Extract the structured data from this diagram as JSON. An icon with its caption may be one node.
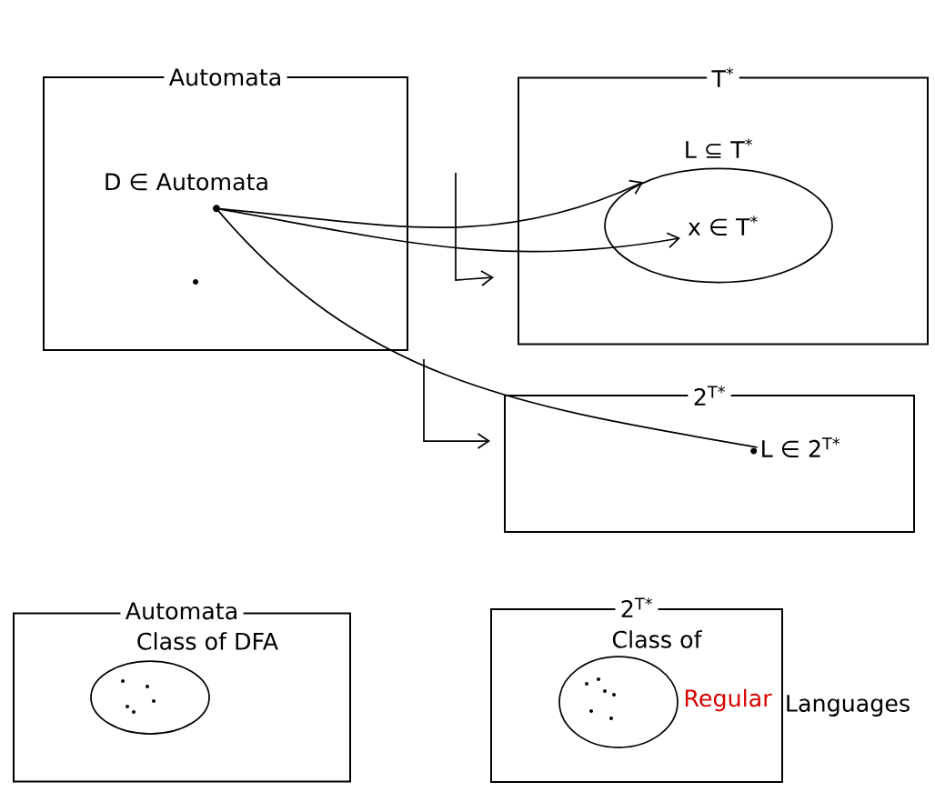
{
  "diagram": {
    "nodes": [
      {
        "text": [
          "Automata"
        ]
      },
      {
        "text": [
          "D ∈ Automata"
        ],
        "in": 0
      },
      {
        "text": [
          "T$^{*}$"
        ]
      },
      {
        "text": [
          "L ⊆ T$^{*}$"
        ],
        "in": 2
      },
      {
        "text": [
          "x ∈ T$^{*}$"
        ],
        "in": 3
      },
      {
        "text": [
          "2$^{T*}$"
        ]
      },
      {
        "text": [
          "L ∈ 2$^{T*}$"
        ],
        "in": 5
      },
      {
        "text": [
          "Automata"
        ]
      },
      {
        "text": [
          "Class of DFA"
        ],
        "in": 7
      },
      {
        "text": [
          "2$^{T*}$"
        ]
      },
      {
        "text": [
          "Class of",
          "Regular",
          "Languages"
        ],
        "in": 9
      }
    ],
    "edges": [
      {
        "from": 1,
        "to": 3,
        "arrow": "to"
      },
      {
        "from": 1,
        "to": 4,
        "arrow": "to"
      },
      {
        "from": 1,
        "to": 6,
        "arrow": "none"
      },
      {
        "from": 0,
        "to": 2,
        "arrow": "to"
      },
      {
        "from": 0,
        "to": 5,
        "arrow": "to"
      }
    ]
  }
}
